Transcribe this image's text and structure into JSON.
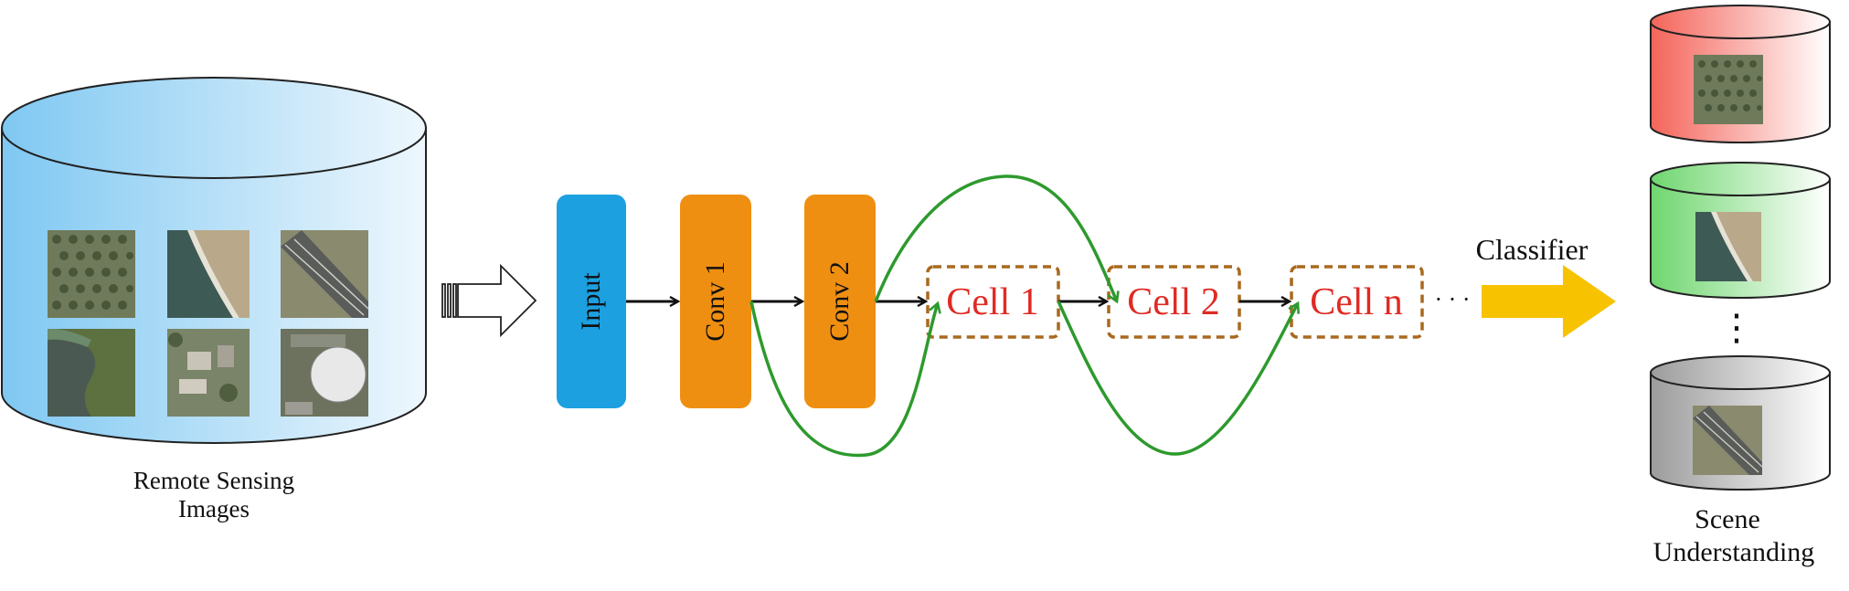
{
  "source": {
    "label_line1": "Remote Sensing",
    "label_line2": "Images",
    "tiles": [
      {
        "icon": "orchard-aerial-icon",
        "color": "#6f7a5a"
      },
      {
        "icon": "beach-aerial-icon",
        "color": "#8f8a6e"
      },
      {
        "icon": "highway-aerial-icon",
        "color": "#7a7c70"
      },
      {
        "icon": "river-aerial-icon",
        "color": "#5f6b48"
      },
      {
        "icon": "residential-aerial-icon",
        "color": "#77806a"
      },
      {
        "icon": "storage-tank-aerial-icon",
        "color": "#6a6f60"
      }
    ]
  },
  "network": {
    "input_label": "Input",
    "conv1_label": "Conv 1",
    "conv2_label": "Conv 2",
    "cells": [
      "Cell 1",
      "Cell 2",
      "Cell n"
    ],
    "ellipsis": "· · ·",
    "input_color": "#1ca0e0",
    "conv_color": "#ef8f12",
    "cell_color": "#e02a24",
    "cell_border_color": "#a9691f",
    "skip_color": "#2d9a2d"
  },
  "classifier": {
    "label": "Classifier",
    "arrow_color": "#f7c200"
  },
  "output": {
    "label_line1": "Scene",
    "label_line2": "Understanding",
    "vertical_ellipsis": "⋮",
    "classes": [
      {
        "color": "#f4645a",
        "tile_icon": "orchard-aerial-icon"
      },
      {
        "color": "#6fd66f",
        "tile_icon": "beach-aerial-icon"
      },
      {
        "color": "#9c9c9c",
        "tile_icon": "highway-aerial-icon"
      }
    ]
  }
}
